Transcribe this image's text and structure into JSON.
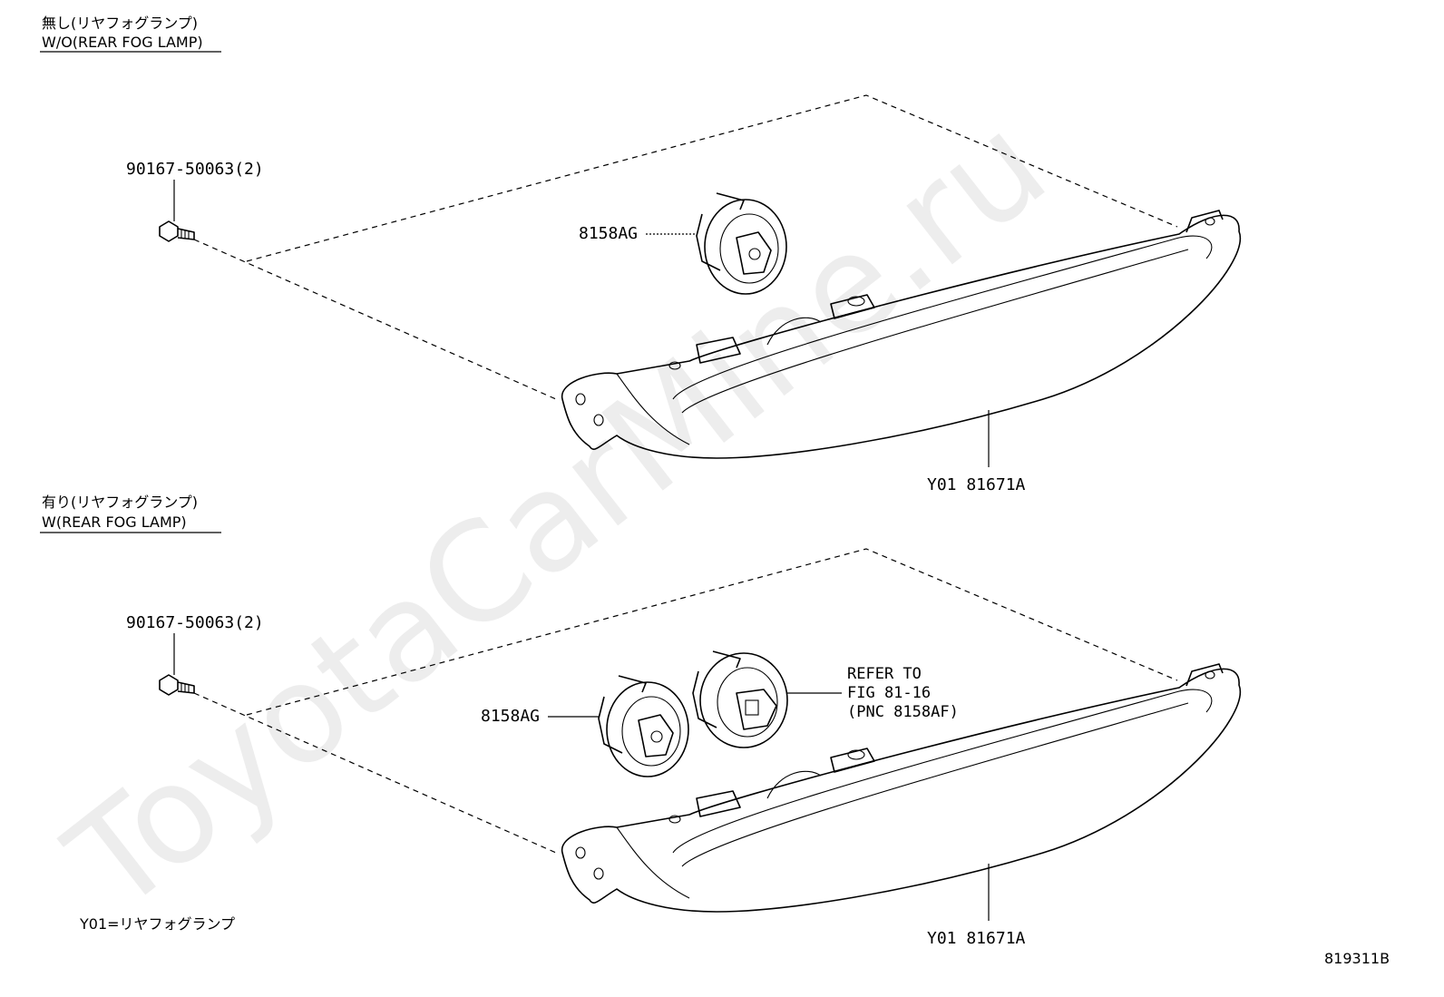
{
  "watermark": "ToyotaCarMine.ru",
  "sections": [
    {
      "header_jp": "無し(リヤフォグランプ)",
      "header_en": "W/O(REAR FOG LAMP)",
      "bolt_label": "90167-50063(2)",
      "socket_label": "8158AG",
      "lamp_label": "Y01 81671A"
    },
    {
      "header_jp": "有り(リヤフォグランプ)",
      "header_en": "W(REAR FOG LAMP)",
      "bolt_label": "90167-50063(2)",
      "socket_label": "8158AG",
      "lamp_label": "Y01 81671A",
      "refer_lines": [
        "REFER TO",
        "FIG 81-16",
        "(PNC 8158AF)"
      ]
    }
  ],
  "footnote": "Y01=リヤフォグランプ",
  "figure_id": "819311B"
}
